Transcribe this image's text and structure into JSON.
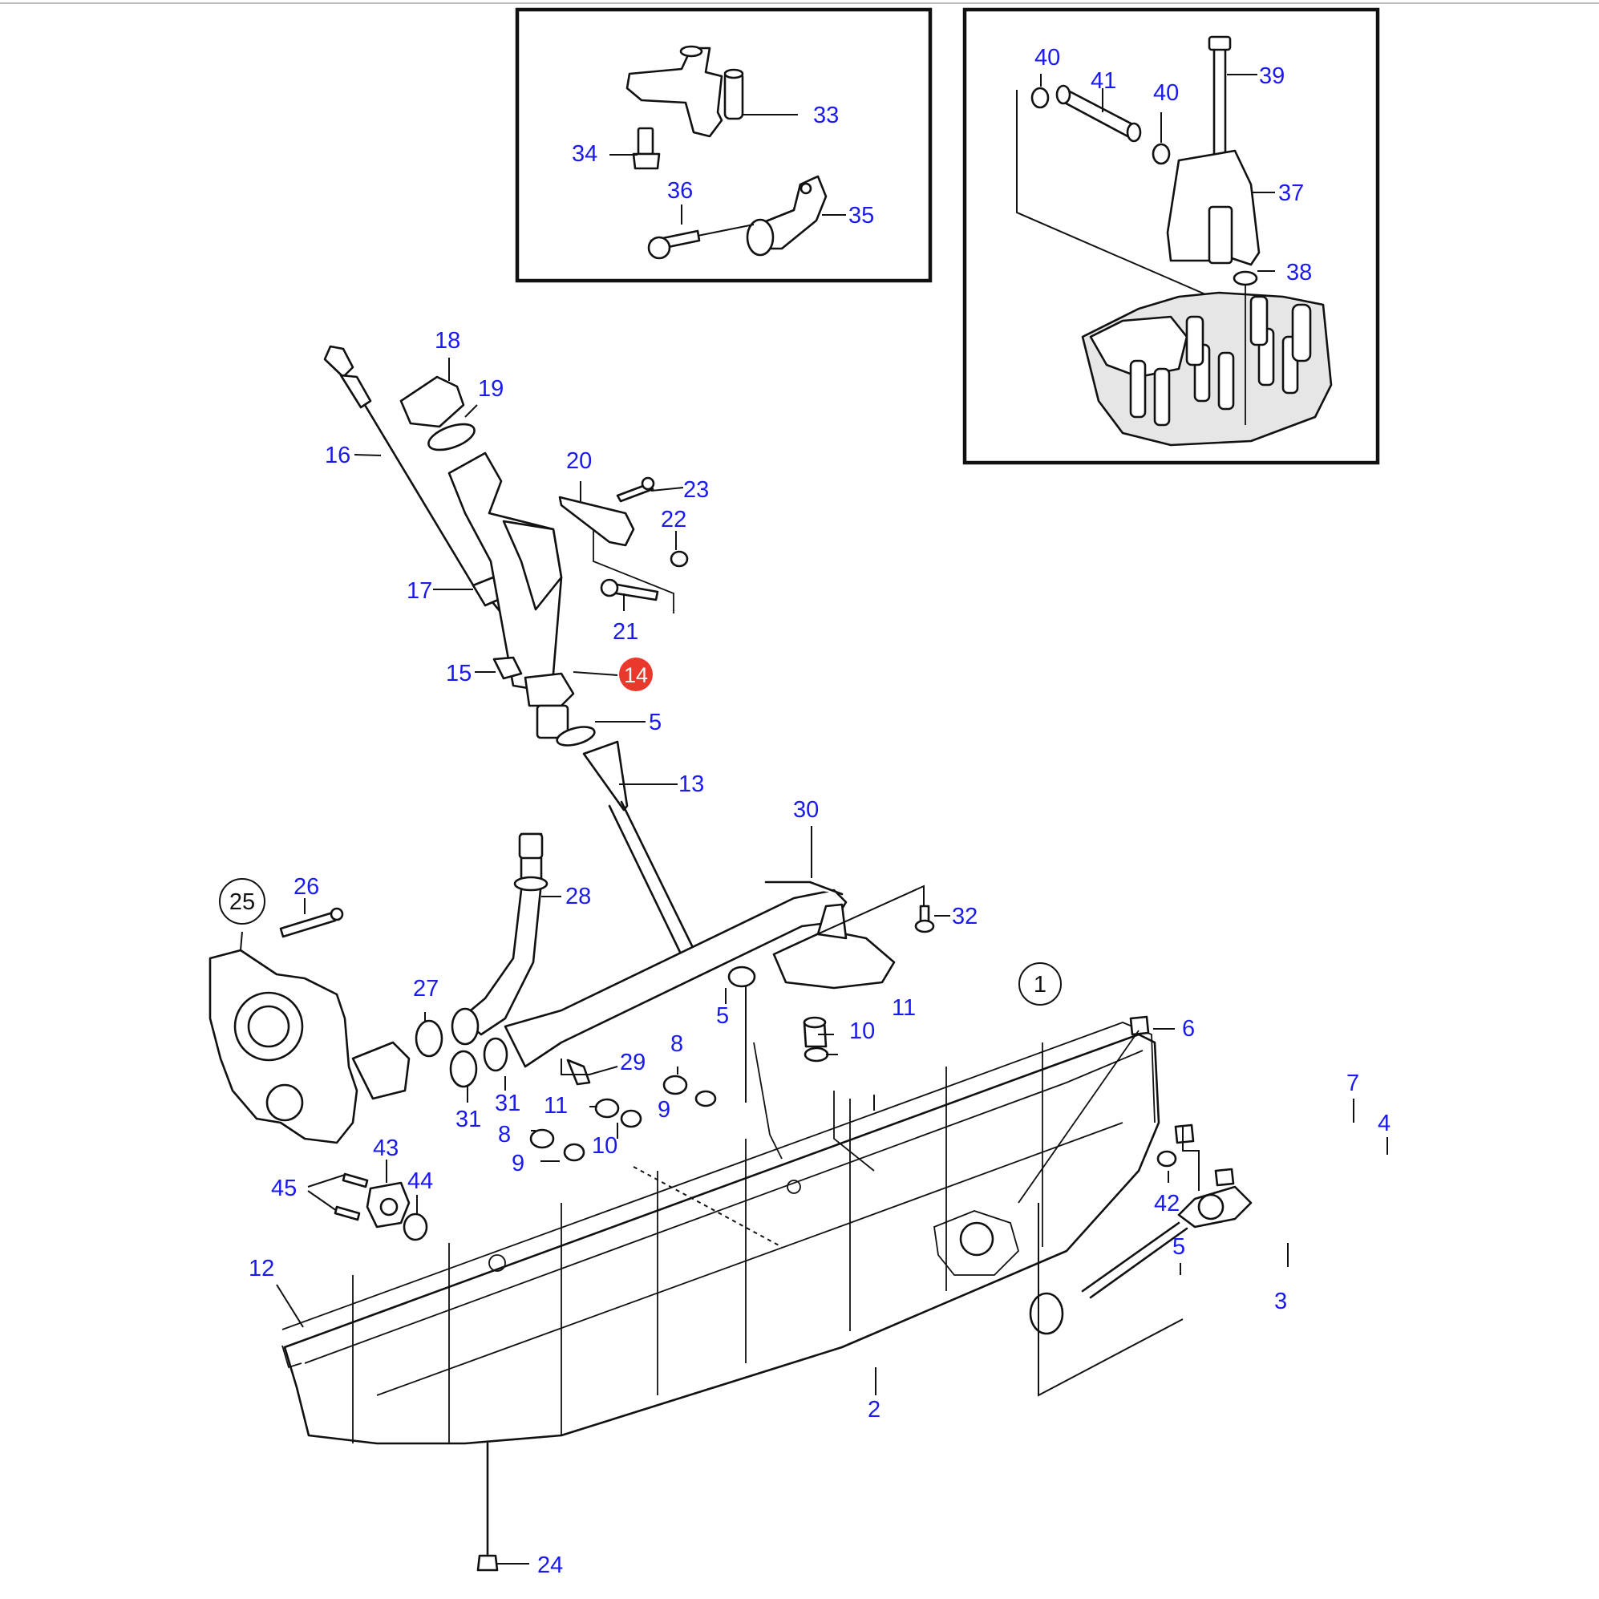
{
  "diagram": {
    "callouts": {
      "c1": "1",
      "c2": "2",
      "c3": "3",
      "c4": "4",
      "c5a": "5",
      "c5b": "5",
      "c5c": "5",
      "c6": "6",
      "c7": "7",
      "c8a": "8",
      "c8b": "8",
      "c9a": "9",
      "c9b": "9",
      "c10a": "10",
      "c10b": "10",
      "c11a": "11",
      "c11b": "11",
      "c12": "12",
      "c13": "13",
      "c14": "14",
      "c15": "15",
      "c16": "16",
      "c17": "17",
      "c18": "18",
      "c19": "19",
      "c20": "20",
      "c21": "21",
      "c22": "22",
      "c23": "23",
      "c24": "24",
      "c25": "25",
      "c26": "26",
      "c27": "27",
      "c28": "28",
      "c29": "29",
      "c30": "30",
      "c31a": "31",
      "c31b": "31",
      "c32": "32",
      "c33": "33",
      "c34": "34",
      "c35": "35",
      "c36": "36",
      "c37": "37",
      "c38": "38",
      "c39": "39",
      "c40a": "40",
      "c40b": "40",
      "c41": "41",
      "c42": "42",
      "c43": "43",
      "c44": "44",
      "c45": "45"
    },
    "colors": {
      "callout_text": "#1a1aee",
      "highlight_badge": "#e8392c",
      "line": "#111111",
      "background": "#ffffff"
    }
  }
}
